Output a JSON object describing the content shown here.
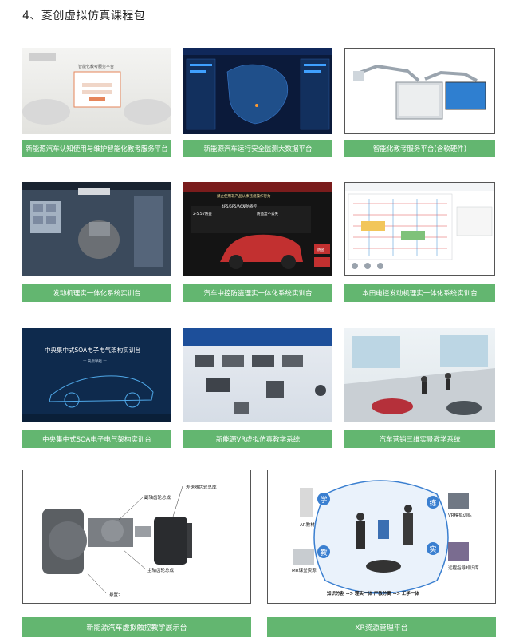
{
  "page": {
    "title": "4、菱创虚拟仿真课程包"
  },
  "colors": {
    "caption_bg": "#63b670",
    "caption_text": "#ffffff"
  },
  "cards": [
    {
      "caption": "新能源汽车认知使用与维护智能化教考服务平台",
      "screen_title": "智能化教考服务平台"
    },
    {
      "caption": "新能源汽车运行安全监测大数据平台"
    },
    {
      "caption": "智能化教考服务平台(含软硬件)"
    },
    {
      "caption": "发动机理实一体化系统实训台"
    },
    {
      "caption": "汽车中控防盗理实一体化系统实训台",
      "screen_banner": "禁止使用非产品从事违规操作行为",
      "screen_items": [
        "2-5.5V防盗",
        "4P5/5P5/A6发防盗控",
        "防盗盒不丢失",
        "防盗"
      ]
    },
    {
      "caption": "本田电控发动机理实一体化系统实训台"
    },
    {
      "caption": "中央集中式SOA电子电气架构实训台",
      "screen_title": "中央集中式SOA电子电气架构实训台",
      "screen_sub": "— 高质卓越 —"
    },
    {
      "caption": "新能源VR虚拟仿真教学系统"
    },
    {
      "caption": "汽车营销三维实景教学系统"
    },
    {
      "caption": "新能源汽车虚拟触控教学展示台",
      "labels": {
        "l1": "差速器齿轮总成",
        "l2": "副轴齿轮总成",
        "l3": "主轴齿轮总成",
        "l4": "悬置2"
      }
    },
    {
      "caption": "XR资源管理平台",
      "chars": [
        "学",
        "练",
        "教",
        "实"
      ],
      "labels": {
        "ar": "AR教材",
        "vr": "VR模拟训练",
        "mr": "MR课堂资源",
        "remote": "远程指导知识库",
        "flow": "知识分割 --> 理实一体 产教分离 --> 工学一体"
      }
    }
  ]
}
